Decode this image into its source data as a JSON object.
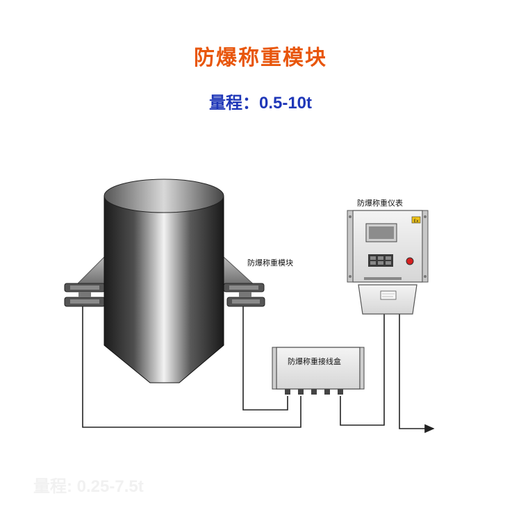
{
  "title": "防爆称重模块",
  "subtitle": {
    "label": "量程：",
    "value": "0.5-10t"
  },
  "labels": {
    "module": "防爆称重模块",
    "meter": "防爆称重仪表",
    "junction_box": "防爆称重接线盒",
    "ex_mark": "Ex"
  },
  "watermark": "量程: 0.25-7.5t",
  "colors": {
    "title": "#e8560c",
    "subtitle": "#1f37b8",
    "indicator_button": "#d62020",
    "ex_badge": "#f0c419"
  }
}
